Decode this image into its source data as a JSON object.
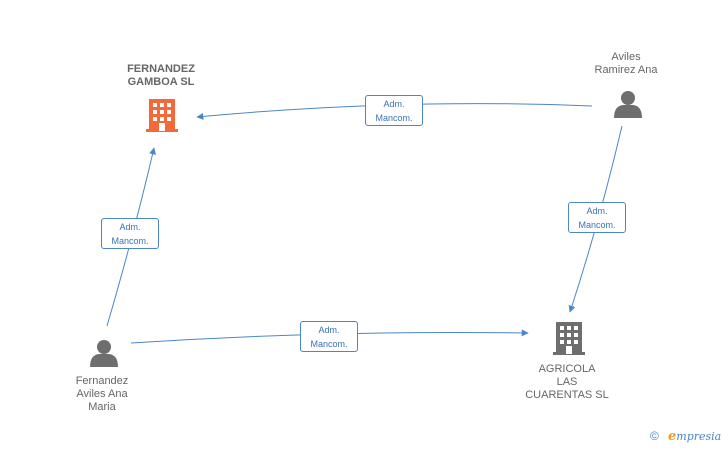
{
  "nodes": {
    "fernandez_gamboa": {
      "lines": [
        "FERNANDEZ",
        "GAMBOA SL"
      ],
      "type": "company",
      "color": "#f26a3a"
    },
    "aviles_ramirez": {
      "lines": [
        "Aviles",
        "Ramirez Ana"
      ],
      "type": "person",
      "color": "#666666"
    },
    "agricola": {
      "lines": [
        "AGRICOLA",
        "LAS",
        "CUARENTAS SL"
      ],
      "type": "company",
      "color": "#666666"
    },
    "fernandez_aviles": {
      "lines": [
        "Fernandez",
        "Aviles Ana",
        "Maria"
      ],
      "type": "person",
      "color": "#666666"
    }
  },
  "edges": [
    {
      "from": "aviles_ramirez",
      "to": "fernandez_gamboa",
      "label": [
        "Adm.",
        "Mancom."
      ]
    },
    {
      "from": "aviles_ramirez",
      "to": "agricola",
      "label": [
        "Adm.",
        "Mancom."
      ]
    },
    {
      "from": "fernandez_aviles",
      "to": "fernandez_gamboa",
      "label": [
        "Adm.",
        "Mancom."
      ]
    },
    {
      "from": "fernandez_aviles",
      "to": "agricola",
      "label": [
        "Adm.",
        "Mancom."
      ]
    }
  ],
  "footer": {
    "copyright": "©",
    "brand_first": "e",
    "brand_rest": "mpresia"
  },
  "colors": {
    "edge": "#4a86c8",
    "accent": "#f26a3a"
  }
}
